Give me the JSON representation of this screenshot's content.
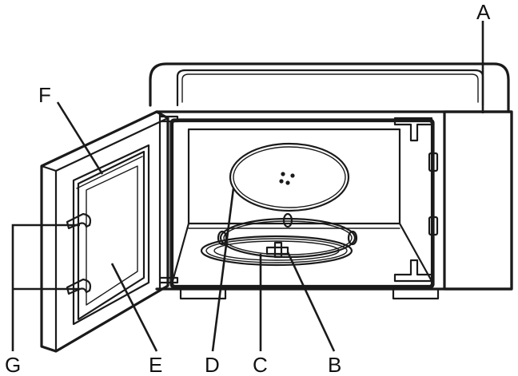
{
  "labels": {
    "a": "A",
    "b": "B",
    "c": "C",
    "d": "D",
    "e": "E",
    "f": "F",
    "g": "G"
  },
  "colors": {
    "line": "#1a1a1a",
    "background": "#ffffff"
  }
}
